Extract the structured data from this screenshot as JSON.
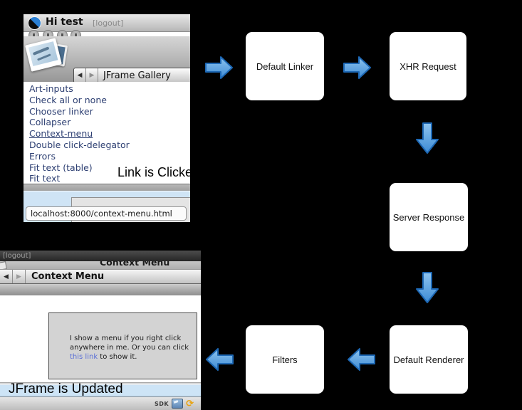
{
  "diagram": {
    "nodes": [
      {
        "label": "Default Linker"
      },
      {
        "label": "XHR Request"
      },
      {
        "label": "Server Response"
      },
      {
        "label": "Default Renderer"
      },
      {
        "label": "Filters"
      }
    ],
    "annotations": {
      "link_clicked": "Link is Clicked",
      "jframe_updated": "JFrame is Updated"
    },
    "colors": {
      "arrow_fill_light": "#8ec4ef",
      "arrow_fill_dark": "#3d8bd4",
      "arrow_stroke": "#1d68b5",
      "node_bg": "#ffffff",
      "background": "#000000"
    }
  },
  "top_window": {
    "title": "Hi test",
    "logout_label": "[logout]",
    "nav": {
      "back": "◀",
      "forward": "▶",
      "gallery_label": "JFrame Gallery"
    },
    "links": [
      "Art-inputs",
      "Check all or none",
      "Chooser linker",
      "Collapser",
      "Context-menu",
      "Double click-delegator",
      "Errors",
      "Fit text (table)",
      "Fit text"
    ],
    "status_url": "localhost:8000/context-menu.html"
  },
  "bottom_window": {
    "logout_label": "[logout]",
    "window_title": "Context Menu",
    "nav": {
      "back": "◀",
      "forward": "▶",
      "title": "Context Menu"
    },
    "content": {
      "line1": "I show a menu if you right click",
      "line2": "anywhere in me. Or you can click",
      "link_text": "this link",
      "line3_rest": " to show it."
    },
    "status": {
      "sdk_label": "SDK"
    }
  }
}
